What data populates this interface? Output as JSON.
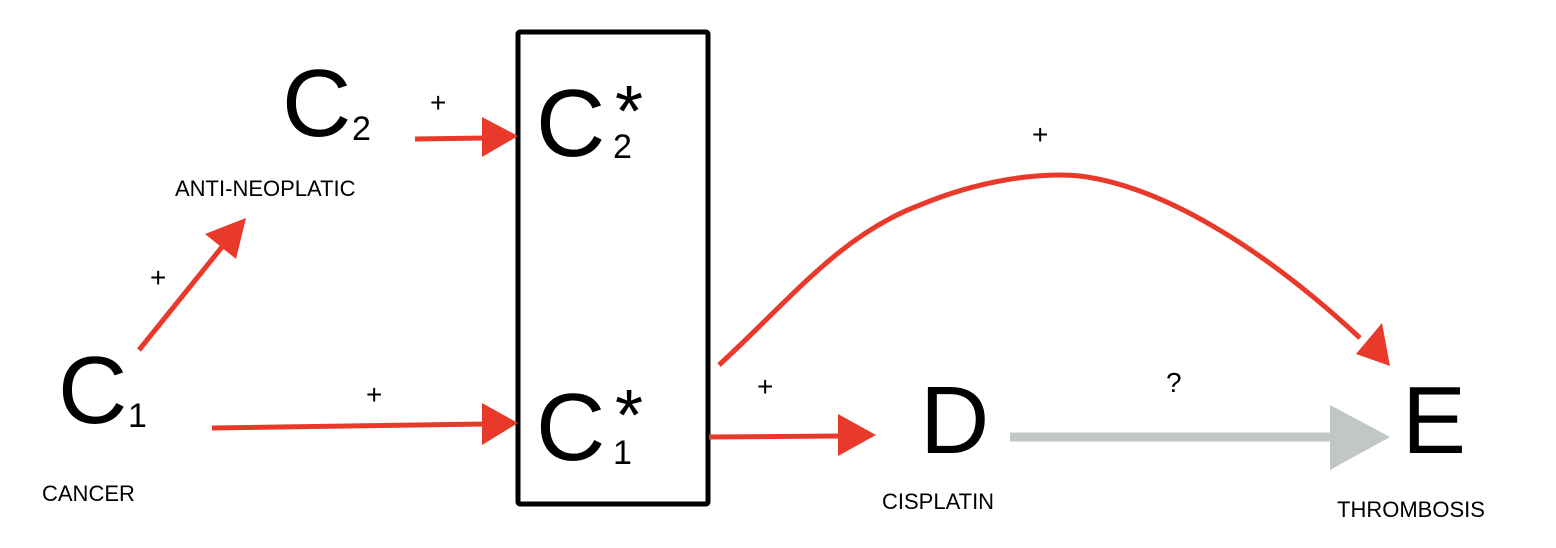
{
  "nodes": {
    "c1": {
      "letter": "C",
      "subscript": "1",
      "caption": "CANCER"
    },
    "c2": {
      "letter": "C",
      "subscript": "2",
      "caption": "ANTI-NEOPLATIC"
    },
    "c2_star": {
      "letter": "C",
      "subscript": "2",
      "star": "*"
    },
    "c1_star": {
      "letter": "C",
      "subscript": "1",
      "star": "*"
    },
    "d": {
      "letter": "D",
      "caption": "CISPLATIN"
    },
    "e": {
      "letter": "E",
      "caption": "THROMBOSIS"
    }
  },
  "edges": {
    "c1_to_c2": {
      "sign": "+"
    },
    "c2_to_c2star": {
      "sign": "+"
    },
    "c1_to_c1star": {
      "sign": "+"
    },
    "c1star_to_d": {
      "sign": "+"
    },
    "box_to_e": {
      "sign": "+"
    },
    "d_to_e": {
      "sign": "?"
    }
  },
  "colors": {
    "positive_edge": "#e8392a",
    "unknown_edge": "#c2c7c5",
    "box_border": "#000000"
  }
}
